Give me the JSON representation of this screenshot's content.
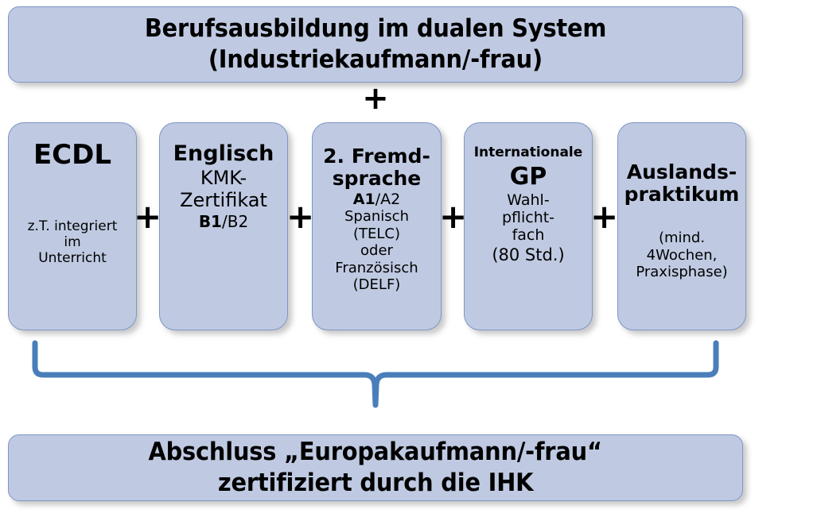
{
  "diagram": {
    "title_top": {
      "line1": "Berufsausbildung im dualen System",
      "line2": "(Industriekaufmann/-frau)"
    },
    "plus_top": "+",
    "plus_between": [
      "+",
      "+",
      "+",
      "+"
    ],
    "columns": [
      {
        "id": "ecdl",
        "eyebrow": "",
        "title": "ECDL",
        "sub": "",
        "sub2_bold": "",
        "sub2_rest": "",
        "note": "z.T. integriert\nim\nUnterricht"
      },
      {
        "id": "englisch",
        "eyebrow": "",
        "title": "Englisch",
        "sub": "KMK-\nZertifikat",
        "sub2_bold": "B1",
        "sub2_rest": "/B2",
        "note": ""
      },
      {
        "id": "zweite-fremdsprache",
        "eyebrow": "",
        "title": "2. Fremd-\nsprache",
        "sub_bold": "A1",
        "sub_rest": "/A2",
        "sub": "",
        "note": "Spanisch\n(TELC)\noder\nFranzösisch\n(DELF)"
      },
      {
        "id": "internationale-gp",
        "eyebrow": "Internationale",
        "title": "GP",
        "sub": "Wahl-\npflicht-\nfach",
        "note": "(80 Std.)"
      },
      {
        "id": "auslandspraktikum",
        "eyebrow": "",
        "title": "Auslands-\npraktikum",
        "sub": "",
        "note": "(mind.\n4Wochen,\nPraxisphase)"
      }
    ],
    "result": {
      "line1": "Abschluss „Europakaufmann/-frau“",
      "line2": "zertifiziert durch die IHK"
    },
    "colors": {
      "box_fill": "#bfcae2",
      "box_border": "#7d96c4",
      "brace": "#4a7ebb",
      "text": "#000000",
      "background": "#ffffff"
    }
  }
}
